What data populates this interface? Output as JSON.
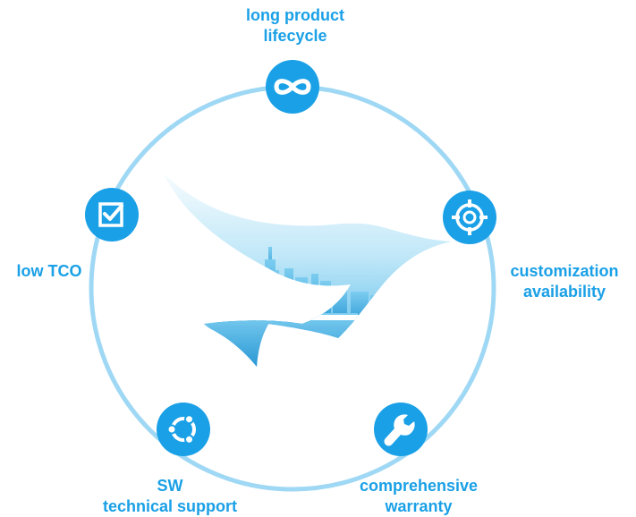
{
  "colors": {
    "accent": "#1aa0e6",
    "ring": "#9fd8f4",
    "icon_fill": "#ffffff"
  },
  "nodes": [
    {
      "id": "top",
      "icon": "infinity-icon",
      "lines": [
        "long product",
        "lifecycle"
      ]
    },
    {
      "id": "right",
      "icon": "target-icon",
      "lines": [
        "customization",
        "availability"
      ]
    },
    {
      "id": "bottom-right",
      "icon": "wrench-icon",
      "lines": [
        "comprehensive",
        "warranty"
      ]
    },
    {
      "id": "bottom-left",
      "icon": "ubuntu-icon",
      "lines": [
        "SW",
        "technical support"
      ]
    },
    {
      "id": "left",
      "icon": "checkbox-icon",
      "lines": [
        "low TCO"
      ]
    }
  ],
  "center_graphic": "bird-logo-city-skyline"
}
